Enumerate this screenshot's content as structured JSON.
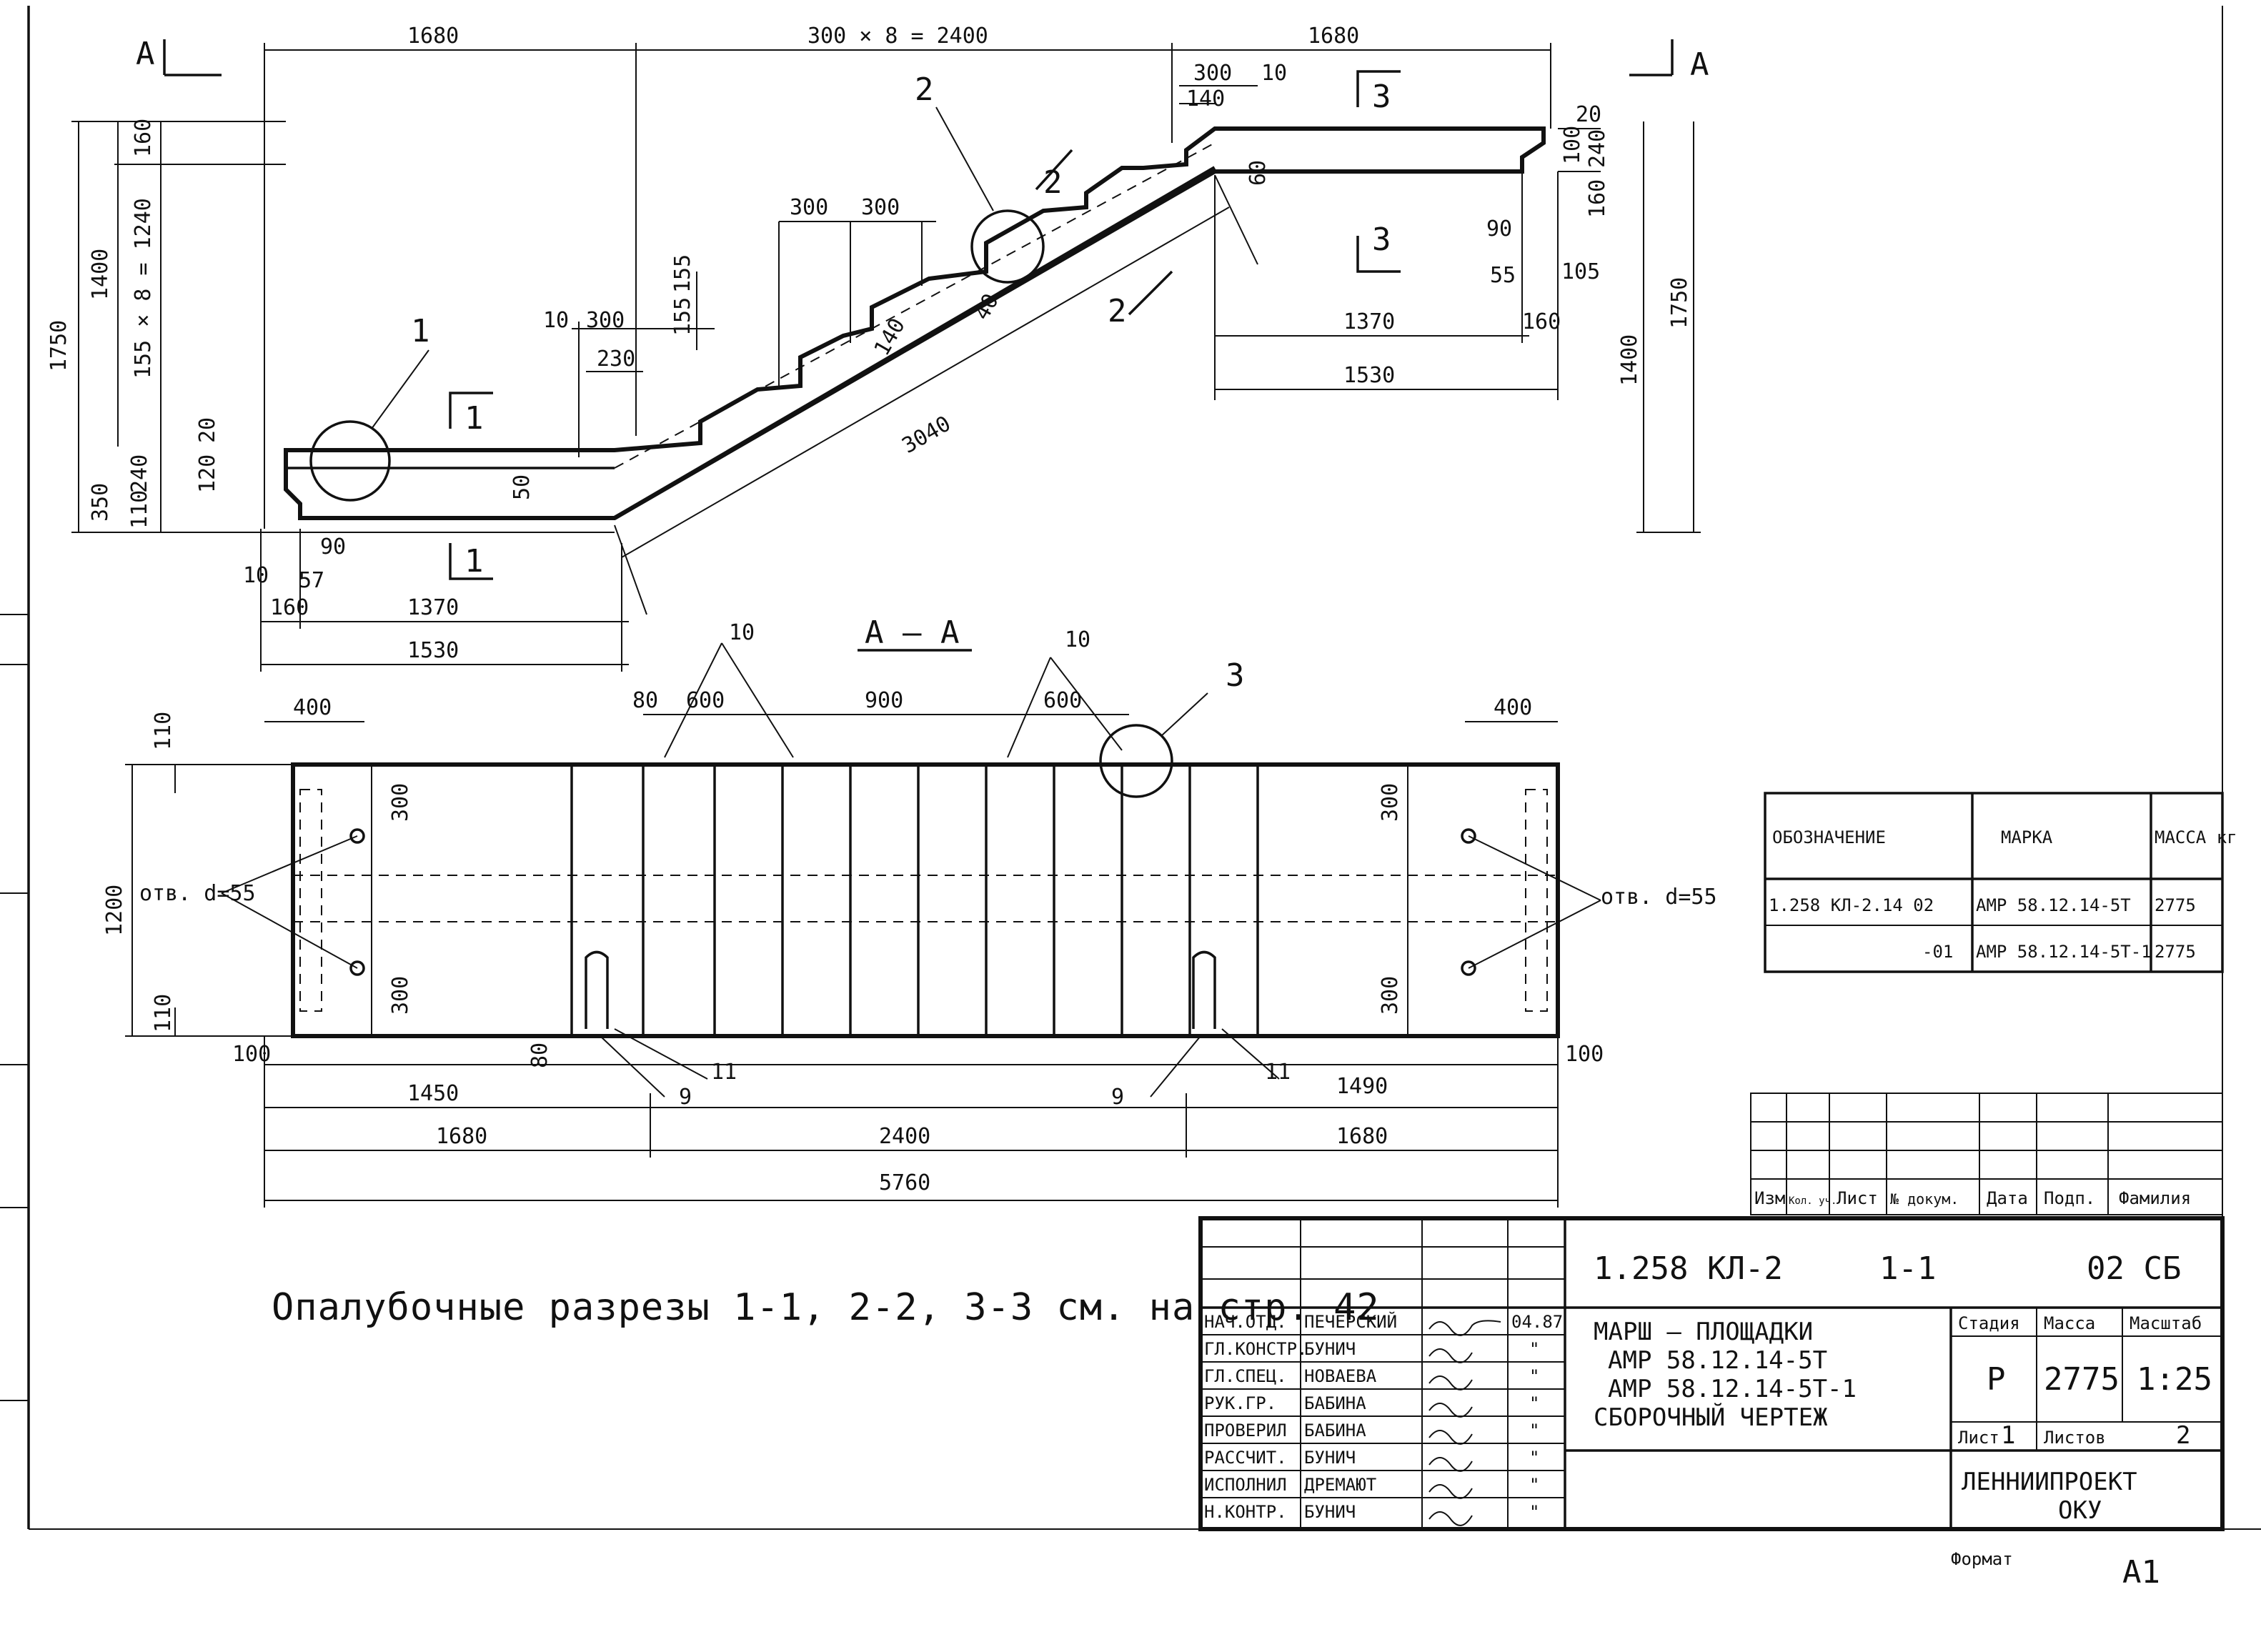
{
  "elevation": {
    "section_marks": {
      "a_left": "A",
      "a_right": "A",
      "cut1_top": "1",
      "cut1_bottom": "1",
      "cut2_top": "2",
      "cut2_bottom": "2",
      "cut3_top": "3",
      "cut3_bottom": "3"
    },
    "callouts": {
      "c1": "1",
      "c2": "2"
    },
    "dims_top": {
      "d1680_left": "1680",
      "d_flight": "300 × 8 = 2400",
      "d1680_right": "1680"
    },
    "dims_left": {
      "d1750": "1750",
      "d1400": "1400",
      "d160": "160",
      "d_risers": "155 × 8 = 1240",
      "d350": "350",
      "d240": "240",
      "d110": "110",
      "d20": "20",
      "d120": "120"
    },
    "dims_steps": {
      "s300a": "300",
      "s300b": "300",
      "s155a": "155",
      "s155b": "155",
      "s10": "10",
      "s300c": "300",
      "s230": "230"
    },
    "dims_slab": {
      "d3040": "3040",
      "d50": "50",
      "d40": "40",
      "d60": "60",
      "d140": "140"
    },
    "dims_top_right": {
      "d300": "300",
      "d10": "10",
      "d140": "140",
      "d20": "20",
      "d240": "240",
      "d100": "100",
      "d160": "160"
    },
    "dims_right": {
      "d90": "90",
      "d55": "55",
      "d105": "105",
      "d1370": "1370",
      "d160": "160",
      "d1530": "1530",
      "d1400": "1400",
      "d1750": "1750"
    },
    "dims_bottom_left": {
      "d10": "10",
      "d90": "90",
      "d57": "57",
      "d160": "160",
      "d1370": "1370",
      "d1530": "1530"
    }
  },
  "plan": {
    "title": "А – А",
    "callouts": {
      "c3": "3",
      "c10a": "10",
      "c10b": "10",
      "c9a": "9",
      "c9b": "9",
      "c11a": "11",
      "c11b": "11"
    },
    "dims_top": {
      "d400_left": "400",
      "d80": "80",
      "d600a": "600",
      "d900": "900",
      "d600b": "600",
      "d400_right": "400"
    },
    "dims_left": {
      "d110_top": "110",
      "d1200": "1200",
      "d110_bottom": "110",
      "d300a": "300",
      "d300b": "300"
    },
    "dims_right": {
      "d300a": "300",
      "d300b": "300"
    },
    "holes_left": "отв. d=55",
    "holes_right": "отв. d=55",
    "dims_bottom": {
      "d100_left": "100",
      "d80": "80",
      "d1450": "1450",
      "d1490": "1490",
      "d100_right": "100",
      "d1680_left": "1680",
      "d2400": "2400",
      "d1680_right": "1680",
      "d5760": "5760"
    }
  },
  "note": "Опалубочные разрезы 1-1, 2-2, 3-3 см. на стр. 42",
  "spec_table": {
    "headers": [
      "ОБОЗНАЧЕНИЕ",
      "МАРКА",
      "МАССА кг"
    ],
    "rows": [
      [
        "1.258 КЛ-2.14 02",
        "АМР 58.12.14-5Т",
        "2775"
      ],
      [
        "-01",
        "АМР 58.12.14-5Т-1",
        "2775"
      ]
    ]
  },
  "revision_block": {
    "headers": [
      "Изм",
      "Кол. уч.",
      "Лист",
      "№ докум.",
      "Дата",
      "Подп.",
      "Фамилия"
    ]
  },
  "title_block": {
    "code": "1.258 КЛ-2",
    "section": "1-1",
    "sheet_code": "02 СБ",
    "title_lines": [
      "МАРШ – ПЛОЩАДКИ",
      "АМР 58.12.14-5Т",
      "АМР 58.12.14-5Т-1",
      "СБОРОЧНЫЙ ЧЕРТЕЖ"
    ],
    "staff": [
      {
        "role": "НАЧ.ОТД.",
        "name": "ПЕЧЕРСКИЙ",
        "date": "04.87"
      },
      {
        "role": "ГЛ.КОНСТР.",
        "name": "БУНИЧ",
        "date": "\""
      },
      {
        "role": "ГЛ.СПЕЦ.",
        "name": "НОВАЕВА",
        "date": "\""
      },
      {
        "role": "РУК.ГР.",
        "name": "БАБИНА",
        "date": "\""
      },
      {
        "role": "ПРОВЕРИЛ",
        "name": "БАБИНА",
        "date": "\""
      },
      {
        "role": "РАССЧИТ.",
        "name": "БУНИЧ",
        "date": "\""
      },
      {
        "role": "ИСПОЛНИЛ",
        "name": "ДРЕМАЮТ",
        "date": "\""
      },
      {
        "role": "Н.КОНТР.",
        "name": "БУНИЧ",
        "date": "\""
      }
    ],
    "stage_label": "Стадия",
    "mass_label": "Масса",
    "scale_label": "Масштаб",
    "stage": "Р",
    "mass": "2775",
    "scale": "1:25",
    "sheet_label": "Лист",
    "sheet_no": "1",
    "sheets_label": "Листов",
    "sheets": "2",
    "org_line1": "ЛЕННИИПРОЕКТ",
    "org_line2": "ОКУ",
    "format_label": "Формат",
    "format_value": "А1"
  }
}
